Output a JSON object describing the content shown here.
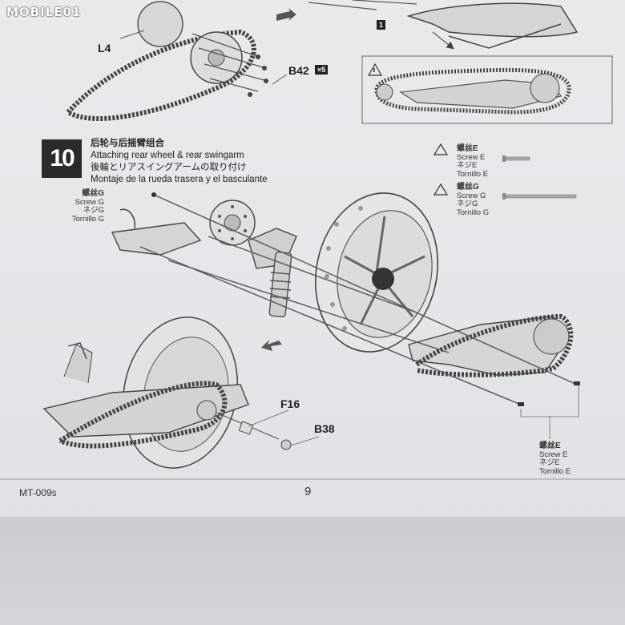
{
  "watermark": "MOBILE01",
  "top": {
    "part_l4": "L4",
    "part_b42": "B42",
    "b42_qty": "×5",
    "note_box_num": "1"
  },
  "step": {
    "number": "10",
    "title_zh": "后轮与后摇臂组合",
    "title_en": "Attaching rear wheel & rear swingarm",
    "title_ja": "後輪とリアスイングアームの取り付け",
    "title_es": "Montaje de la rueda trasera y el basculante"
  },
  "screw_g_left": {
    "zh": "螺丝G",
    "en": "Screw G",
    "ja": "ネジG",
    "es": "Tornillo G"
  },
  "screw_e_legend": {
    "zh": "螺丝E",
    "en": "Screw E",
    "ja": "ネジE",
    "es": "Tornillo E"
  },
  "screw_g_legend": {
    "zh": "螺丝G",
    "en": "Screw G",
    "ja": "ネジG",
    "es": "Tornillo G"
  },
  "screw_e_bottom": {
    "zh": "螺丝E",
    "en": "Screw E",
    "ja": "ネジE",
    "es": "Tornillo E"
  },
  "parts": {
    "f16": "F16",
    "b38": "B38"
  },
  "footer": {
    "model": "MT-009s",
    "page": "9"
  }
}
